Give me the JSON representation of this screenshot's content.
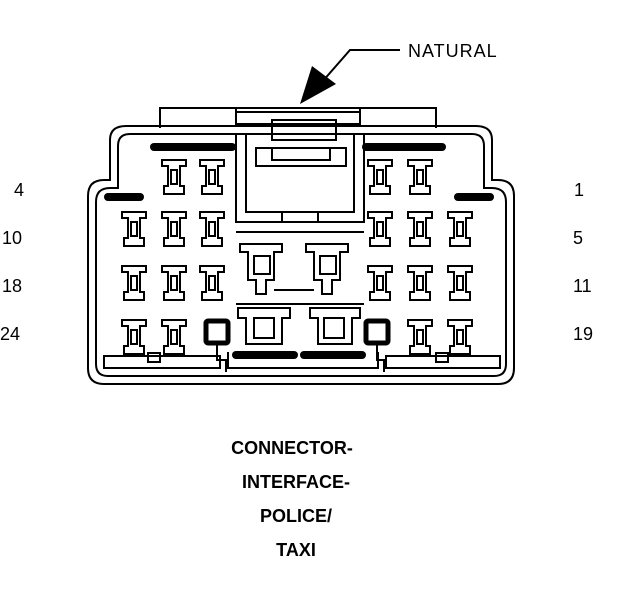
{
  "callout": {
    "label": "NATURAL"
  },
  "pin_labels": {
    "left": [
      "4",
      "10",
      "18",
      "24"
    ],
    "right": [
      "1",
      "5",
      "11",
      "19"
    ]
  },
  "title": {
    "lines": [
      "CONNECTOR-",
      "INTERFACE-",
      "POLICE/",
      "TAXI"
    ]
  },
  "colors": {
    "line": "#000000",
    "background": "#ffffff"
  }
}
